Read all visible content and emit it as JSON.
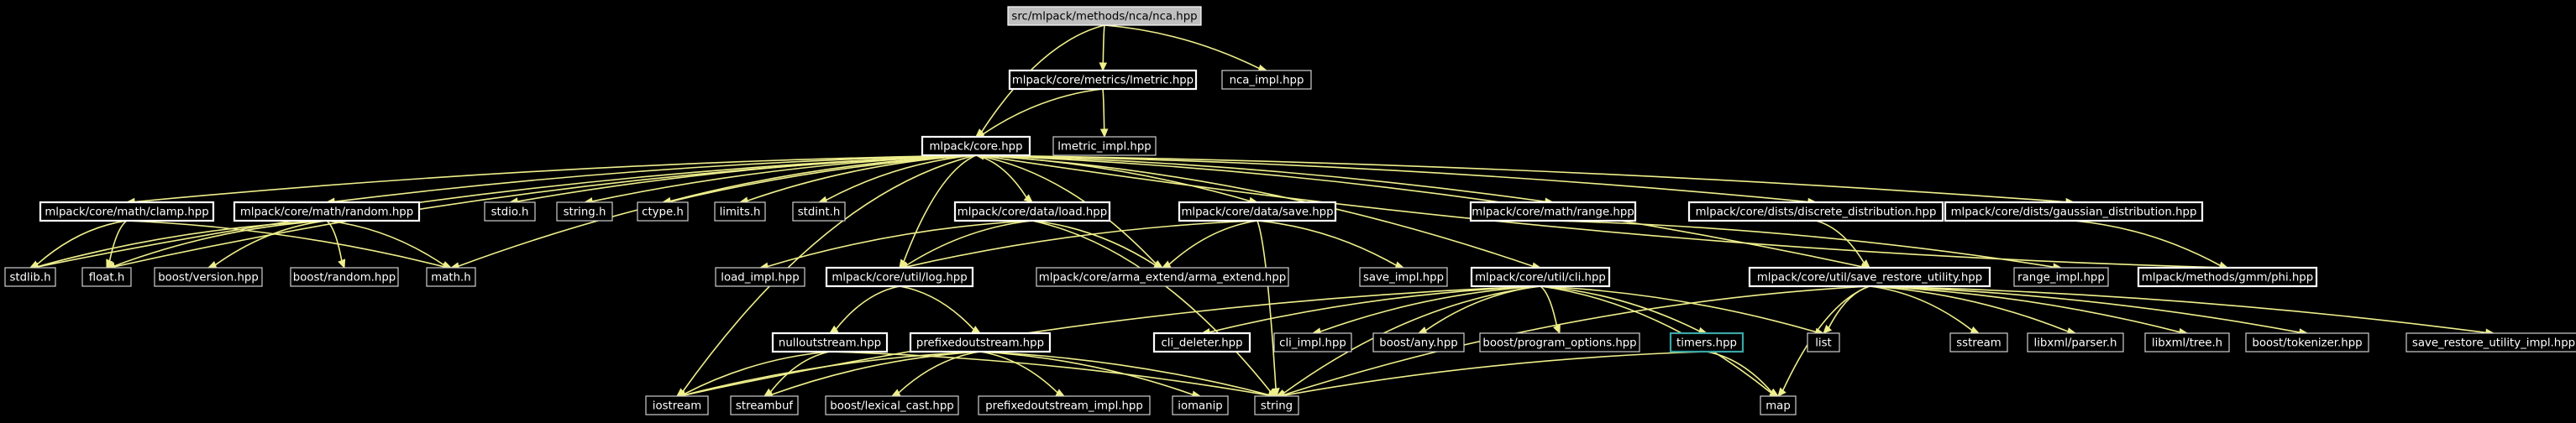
{
  "diagram": {
    "nodes": [
      {
        "id": "nca",
        "label": "src/mlpack/methods/nca/nca.hpp",
        "style": "root"
      },
      {
        "id": "lmetric",
        "label": "mlpack/core/metrics/lmetric.hpp",
        "style": "strong"
      },
      {
        "id": "nca_impl",
        "label": "nca_impl.hpp",
        "style": "plain"
      },
      {
        "id": "core",
        "label": "mlpack/core.hpp",
        "style": "strong"
      },
      {
        "id": "lmetric_impl",
        "label": "lmetric_impl.hpp",
        "style": "plain"
      },
      {
        "id": "clamp",
        "label": "mlpack/core/math/clamp.hpp",
        "style": "strong"
      },
      {
        "id": "random",
        "label": "mlpack/core/math/random.hpp",
        "style": "strong"
      },
      {
        "id": "stdio",
        "label": "stdio.h",
        "style": "plain"
      },
      {
        "id": "string_h",
        "label": "string.h",
        "style": "plain"
      },
      {
        "id": "ctype",
        "label": "ctype.h",
        "style": "plain"
      },
      {
        "id": "limits",
        "label": "limits.h",
        "style": "plain"
      },
      {
        "id": "stdint",
        "label": "stdint.h",
        "style": "plain"
      },
      {
        "id": "load",
        "label": "mlpack/core/data/load.hpp",
        "style": "strong"
      },
      {
        "id": "save",
        "label": "mlpack/core/data/save.hpp",
        "style": "strong"
      },
      {
        "id": "range",
        "label": "mlpack/core/math/range.hpp",
        "style": "strong"
      },
      {
        "id": "discrete",
        "label": "mlpack/core/dists/discrete_distribution.hpp",
        "style": "strong"
      },
      {
        "id": "gaussian",
        "label": "mlpack/core/dists/gaussian_distribution.hpp",
        "style": "strong"
      },
      {
        "id": "stdlib",
        "label": "stdlib.h",
        "style": "plain"
      },
      {
        "id": "float",
        "label": "float.h",
        "style": "plain"
      },
      {
        "id": "bversion",
        "label": "boost/version.hpp",
        "style": "plain"
      },
      {
        "id": "brandom",
        "label": "boost/random.hpp",
        "style": "plain"
      },
      {
        "id": "math",
        "label": "math.h",
        "style": "plain"
      },
      {
        "id": "load_impl",
        "label": "load_impl.hpp",
        "style": "plain"
      },
      {
        "id": "log",
        "label": "mlpack/core/util/log.hpp",
        "style": "strong"
      },
      {
        "id": "arma",
        "label": "mlpack/core/arma_extend/arma_extend.hpp",
        "style": "plain"
      },
      {
        "id": "save_impl",
        "label": "save_impl.hpp",
        "style": "plain"
      },
      {
        "id": "cli",
        "label": "mlpack/core/util/cli.hpp",
        "style": "strong"
      },
      {
        "id": "sru",
        "label": "mlpack/core/util/save_restore_utility.hpp",
        "style": "strong"
      },
      {
        "id": "range_impl",
        "label": "range_impl.hpp",
        "style": "plain"
      },
      {
        "id": "phi",
        "label": "mlpack/methods/gmm/phi.hpp",
        "style": "strong"
      },
      {
        "id": "nullout",
        "label": "nulloutstream.hpp",
        "style": "strong"
      },
      {
        "id": "prefixed",
        "label": "prefixedoutstream.hpp",
        "style": "strong"
      },
      {
        "id": "cli_deleter",
        "label": "cli_deleter.hpp",
        "style": "strong"
      },
      {
        "id": "cli_impl",
        "label": "cli_impl.hpp",
        "style": "plain"
      },
      {
        "id": "bany",
        "label": "boost/any.hpp",
        "style": "plain"
      },
      {
        "id": "bpo",
        "label": "boost/program_options.hpp",
        "style": "plain"
      },
      {
        "id": "timers",
        "label": "timers.hpp",
        "style": "teal"
      },
      {
        "id": "list",
        "label": "list",
        "style": "plain"
      },
      {
        "id": "sstream",
        "label": "sstream",
        "style": "plain"
      },
      {
        "id": "libxml_parser",
        "label": "libxml/parser.h",
        "style": "plain"
      },
      {
        "id": "libxml_tree",
        "label": "libxml/tree.h",
        "style": "plain"
      },
      {
        "id": "btokenizer",
        "label": "boost/tokenizer.hpp",
        "style": "plain"
      },
      {
        "id": "sru_impl",
        "label": "save_restore_utility_impl.hpp",
        "style": "plain"
      },
      {
        "id": "iostream",
        "label": "iostream",
        "style": "plain"
      },
      {
        "id": "streambuf",
        "label": "streambuf",
        "style": "plain"
      },
      {
        "id": "blexical",
        "label": "boost/lexical_cast.hpp",
        "style": "plain"
      },
      {
        "id": "prefixed_impl",
        "label": "prefixedoutstream_impl.hpp",
        "style": "plain"
      },
      {
        "id": "iomanip",
        "label": "iomanip",
        "style": "plain"
      },
      {
        "id": "string",
        "label": "string",
        "style": "plain"
      },
      {
        "id": "map",
        "label": "map",
        "style": "plain"
      }
    ],
    "edges": [
      [
        "nca",
        "lmetric"
      ],
      [
        "nca",
        "nca_impl"
      ],
      [
        "nca",
        "core"
      ],
      [
        "lmetric",
        "core"
      ],
      [
        "lmetric",
        "lmetric_impl"
      ],
      [
        "core",
        "clamp"
      ],
      [
        "core",
        "random"
      ],
      [
        "core",
        "stdio"
      ],
      [
        "core",
        "string_h"
      ],
      [
        "core",
        "ctype"
      ],
      [
        "core",
        "limits"
      ],
      [
        "core",
        "stdint"
      ],
      [
        "core",
        "load"
      ],
      [
        "core",
        "save"
      ],
      [
        "core",
        "range"
      ],
      [
        "core",
        "discrete"
      ],
      [
        "core",
        "gaussian"
      ],
      [
        "core",
        "stdlib"
      ],
      [
        "core",
        "float"
      ],
      [
        "core",
        "math"
      ],
      [
        "core",
        "log"
      ],
      [
        "core",
        "arma"
      ],
      [
        "core",
        "cli"
      ],
      [
        "core",
        "sru"
      ],
      [
        "core",
        "iostream"
      ],
      [
        "clamp",
        "stdlib"
      ],
      [
        "clamp",
        "float"
      ],
      [
        "clamp",
        "math"
      ],
      [
        "random",
        "stdlib"
      ],
      [
        "random",
        "float"
      ],
      [
        "random",
        "bversion"
      ],
      [
        "random",
        "brandom"
      ],
      [
        "random",
        "math"
      ],
      [
        "load",
        "load_impl"
      ],
      [
        "load",
        "log"
      ],
      [
        "load",
        "arma"
      ],
      [
        "load",
        "string"
      ],
      [
        "save",
        "log"
      ],
      [
        "save",
        "arma"
      ],
      [
        "save",
        "save_impl"
      ],
      [
        "save",
        "string"
      ],
      [
        "range",
        "range_impl"
      ],
      [
        "discrete",
        "sru"
      ],
      [
        "gaussian",
        "phi"
      ],
      [
        "phi",
        "core"
      ],
      [
        "log",
        "nullout"
      ],
      [
        "log",
        "prefixed"
      ],
      [
        "nullout",
        "iostream"
      ],
      [
        "nullout",
        "streambuf"
      ],
      [
        "nullout",
        "string"
      ],
      [
        "prefixed",
        "iostream"
      ],
      [
        "prefixed",
        "streambuf"
      ],
      [
        "prefixed",
        "blexical"
      ],
      [
        "prefixed",
        "prefixed_impl"
      ],
      [
        "prefixed",
        "iomanip"
      ],
      [
        "prefixed",
        "string"
      ],
      [
        "cli",
        "cli_deleter"
      ],
      [
        "cli",
        "cli_impl"
      ],
      [
        "cli",
        "bany"
      ],
      [
        "cli",
        "bpo"
      ],
      [
        "cli",
        "timers"
      ],
      [
        "cli",
        "list"
      ],
      [
        "cli",
        "map"
      ],
      [
        "cli",
        "iostream"
      ],
      [
        "cli",
        "string"
      ],
      [
        "timers",
        "string"
      ],
      [
        "timers",
        "map"
      ],
      [
        "sru",
        "list"
      ],
      [
        "sru",
        "sstream"
      ],
      [
        "sru",
        "libxml_parser"
      ],
      [
        "sru",
        "libxml_tree"
      ],
      [
        "sru",
        "btokenizer"
      ],
      [
        "sru",
        "sru_impl"
      ],
      [
        "sru",
        "string"
      ],
      [
        "sru",
        "map"
      ]
    ]
  }
}
